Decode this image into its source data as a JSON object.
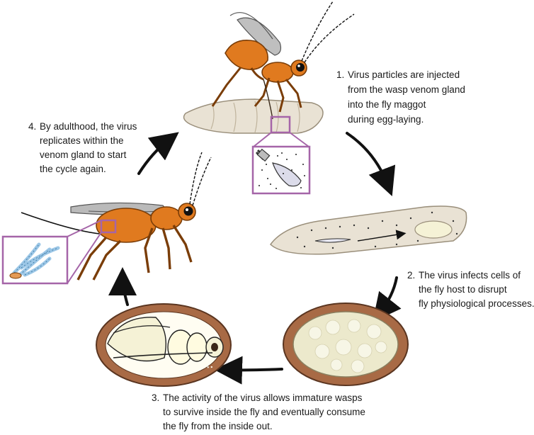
{
  "steps": [
    {
      "number": "1.",
      "lines": [
        "Virus particles are injected",
        "from the wasp venom gland",
        "into the fly maggot",
        "during egg-laying."
      ]
    },
    {
      "number": "2.",
      "lines": [
        "The virus infects cells of",
        "the fly host to disrupt",
        "fly physiological processes."
      ]
    },
    {
      "number": "3.",
      "lines": [
        "The activity of the virus allows immature wasps",
        "to survive inside the fly and eventually consume",
        "the fly from the inside out."
      ]
    },
    {
      "number": "4.",
      "lines": [
        "By adulthood, the virus",
        "replicates within the",
        "venom gland to start",
        "the cycle again."
      ]
    }
  ],
  "colors": {
    "wasp_orange": "#e07a1f",
    "wasp_dark": "#b85a10",
    "maggot": "#e9e2d4",
    "puparium": "#a86a45",
    "inset_border": "#a565a8",
    "wing": "#a9a9a9",
    "arrow": "#111111"
  }
}
